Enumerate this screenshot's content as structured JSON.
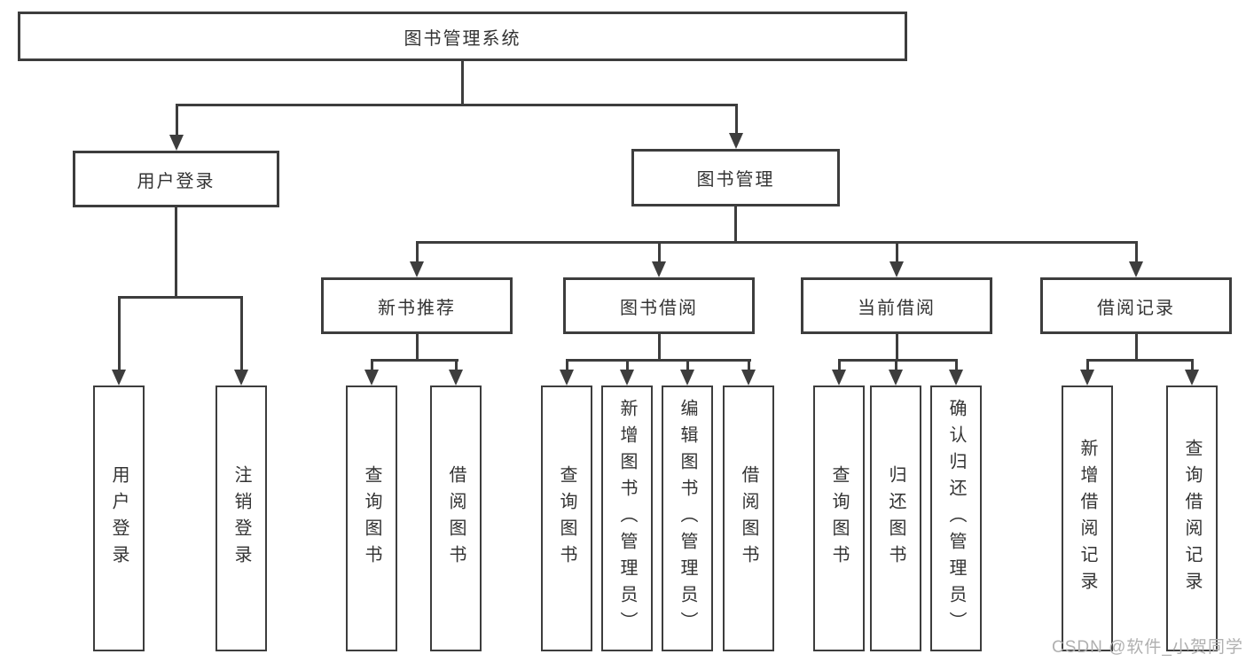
{
  "diagram": {
    "root": {
      "label": "图书管理系统"
    },
    "branches": [
      {
        "label": "用户登录",
        "children": [
          "用户登录",
          "注销登录"
        ]
      },
      {
        "label": "图书管理",
        "sections": [
          {
            "label": "新书推荐",
            "children": [
              "查询图书",
              "借阅图书"
            ]
          },
          {
            "label": "图书借阅",
            "children": [
              "查询图书",
              "新增图书（管理员）",
              "编辑图书（管理员）",
              "借阅图书"
            ]
          },
          {
            "label": "当前借阅",
            "children": [
              "查询图书",
              "归还图书",
              "确认归还（管理员）"
            ]
          },
          {
            "label": "借阅记录",
            "children": [
              "新增借阅记录",
              "查询借阅记录"
            ]
          }
        ]
      }
    ],
    "watermark": "CSDN @软件_小贺同学",
    "colors": {
      "line": "#3d3d3d",
      "text": "#333333",
      "watermark": "#b0b0b0",
      "background": "#ffffff"
    }
  }
}
